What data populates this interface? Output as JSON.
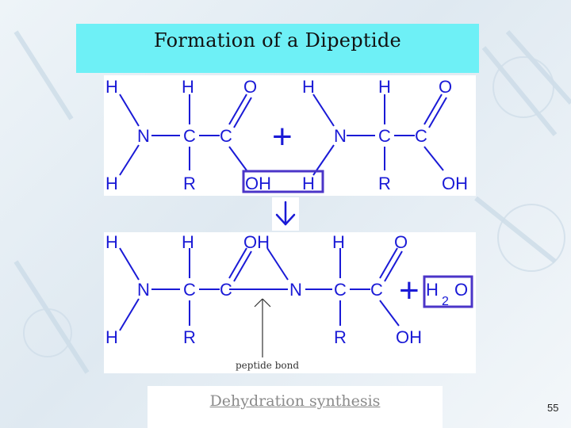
{
  "slide": {
    "title": "Formation of a Dipeptide",
    "caption": "Dehydration synthesis",
    "page_number": "55"
  },
  "reaction": {
    "plus_sign": "+",
    "arrow": "down-arrow",
    "top_row": {
      "amino_acid_1": {
        "h1": "H",
        "h2": "H",
        "o": "O",
        "n": "N",
        "c1": "C",
        "c2": "C",
        "h3": "H",
        "r": "R",
        "oh": "OH"
      },
      "amino_acid_2": {
        "h1": "H",
        "h2": "H",
        "o": "O",
        "n": "N",
        "c1": "C",
        "c2": "C",
        "h3": "H",
        "r": "R",
        "oh": "OH"
      }
    },
    "bottom_row": {
      "h1": "H",
      "h2": "H",
      "oh": "OH",
      "h3": "H",
      "o": "O",
      "n1": "N",
      "c1": "C",
      "c2": "C",
      "n2": "N",
      "c3": "C",
      "c4": "C",
      "h4": "H",
      "r1": "R",
      "r2": "R",
      "oh2": "OH",
      "water_h": "H",
      "water_sub": "2",
      "water_o": "O",
      "peptide_bond_label": "peptide bond"
    }
  },
  "colors": {
    "title_bg": "#6ef0f6",
    "structure_text": "#1a1ad6",
    "bond": "#1a1ad6",
    "highlight_border": "#4b35c8",
    "plus_sign": "#1a1ad6",
    "caption_text": "#8a8a8a"
  }
}
